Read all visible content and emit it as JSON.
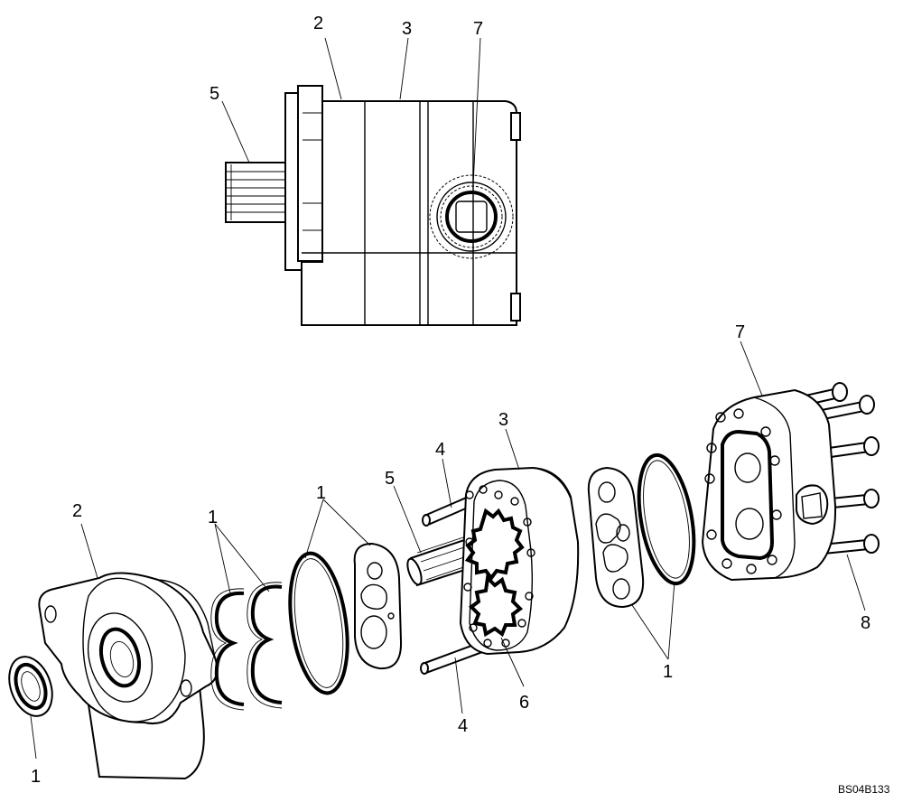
{
  "diagram": {
    "callouts": {
      "top_2": "2",
      "top_3": "3",
      "top_7": "7",
      "top_5": "5",
      "seal_1": "1",
      "cover_2": "2",
      "clips_1": "1",
      "oring_1": "1",
      "shaft_5": "5",
      "pin_4_top": "4",
      "body_3": "3",
      "gear_6": "6",
      "pin_4_bottom": "4",
      "plate_1": "1",
      "end_7": "7",
      "bolt_8": "8"
    },
    "reference_code": "BS04B133"
  }
}
